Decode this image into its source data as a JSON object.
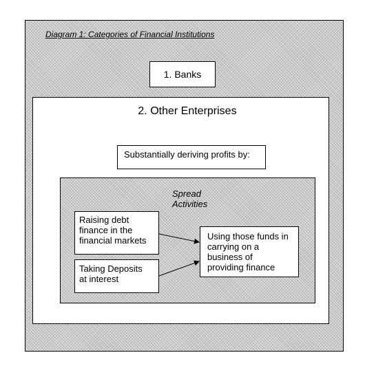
{
  "diagram": {
    "title": "Diagram 1:  Categories of Financial Institutions",
    "banks_label": "1. Banks",
    "other_label": "2. Other Enterprises",
    "deriving_label": "Substantially deriving profits by:",
    "spread_label": [
      "Spread",
      "Activities"
    ],
    "raising_label": [
      "Raising debt",
      "finance in the",
      "financial markets"
    ],
    "taking_label": [
      "Taking Deposits",
      "at interest"
    ],
    "using_label": [
      "Using those funds in",
      "carrying on a",
      "business of",
      "providing finance"
    ]
  }
}
